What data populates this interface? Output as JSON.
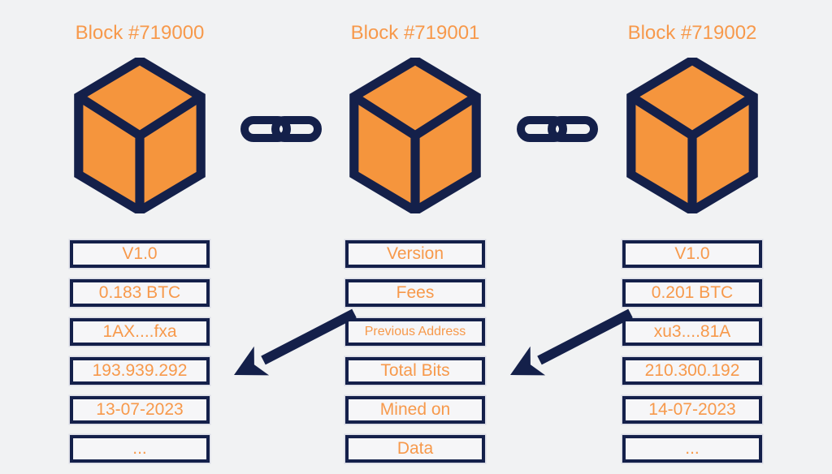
{
  "diagram": {
    "blocks": [
      {
        "title": "Block #719000",
        "fields": [
          "V1.0",
          "0.183 BTC",
          "1AX....fxa",
          "193.939.292",
          "13-07-2023",
          "..."
        ]
      },
      {
        "title": "Block #719001",
        "fields": [
          "Version",
          "Fees",
          "Previous Address",
          "Total Bits",
          "Mined on",
          "Data"
        ]
      },
      {
        "title": "Block #719002",
        "fields": [
          "V1.0",
          "0.201 BTC",
          "xu3....81A",
          "210.300.192",
          "14-07-2023",
          "..."
        ]
      }
    ],
    "icons": {
      "cube": "block-cube-icon",
      "chain": "chain-link-icon",
      "arrow": "previous-block-arrow"
    },
    "colors": {
      "navy": "#14204A",
      "orange_fill": "#F5953D",
      "orange_text": "#F7994B",
      "background": "#F1F2F3",
      "box_fill": "#F6F6F8"
    }
  }
}
